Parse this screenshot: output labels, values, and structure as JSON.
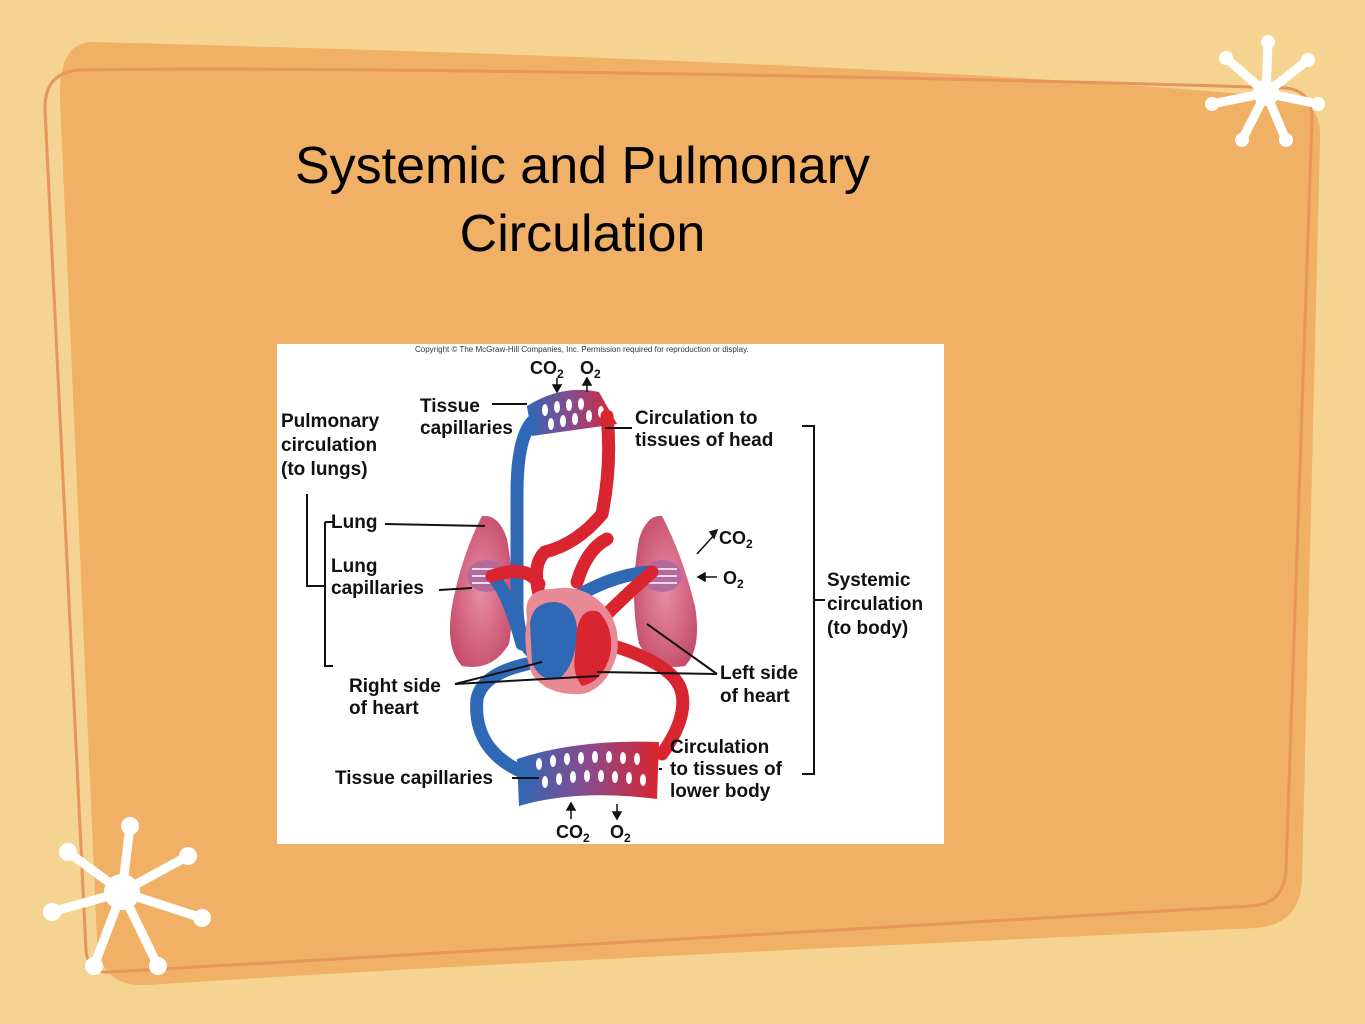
{
  "slide": {
    "title_line1": "Systemic and Pulmonary",
    "title_line2": "Circulation",
    "colors": {
      "background": "#f5d491",
      "panel": "#f0b066",
      "panel_outline": "#e7955a",
      "accent_star": "#ffffff"
    },
    "icons": [
      "asterisk-star-icon",
      "asterisk-star-icon"
    ]
  },
  "figure": {
    "copyright": "Copyright © The McGraw-Hill Companies, Inc. Permission required for reproduction or display.",
    "labels": {
      "pulmonary_1": "Pulmonary",
      "pulmonary_2": "circulation",
      "pulmonary_3": "(to lungs)",
      "tissue_cap_top_1": "Tissue",
      "tissue_cap_top_2": "capillaries",
      "circ_head_1": "Circulation to",
      "circ_head_2": "tissues of head",
      "lung": "Lung",
      "lung_cap_1": "Lung",
      "lung_cap_2": "capillaries",
      "systemic_1": "Systemic",
      "systemic_2": "circulation",
      "systemic_3": "(to body)",
      "right_heart_1": "Right side",
      "right_heart_2": "of heart",
      "left_heart_1": "Left side",
      "left_heart_2": "of heart",
      "circ_lower_1": "Circulation",
      "circ_lower_2": "to tissues of",
      "circ_lower_3": "lower body",
      "tissue_cap_bottom": "Tissue capillaries"
    },
    "gases": {
      "co2_main": "CO",
      "co2_sub": "2",
      "o2_main": "O",
      "o2_sub": "2"
    },
    "colors": {
      "oxygenated": "#d9252f",
      "deoxygenated": "#2f68b5",
      "lung_tissue": "#cf5f7c",
      "heart_outer": "#e88a96"
    }
  }
}
